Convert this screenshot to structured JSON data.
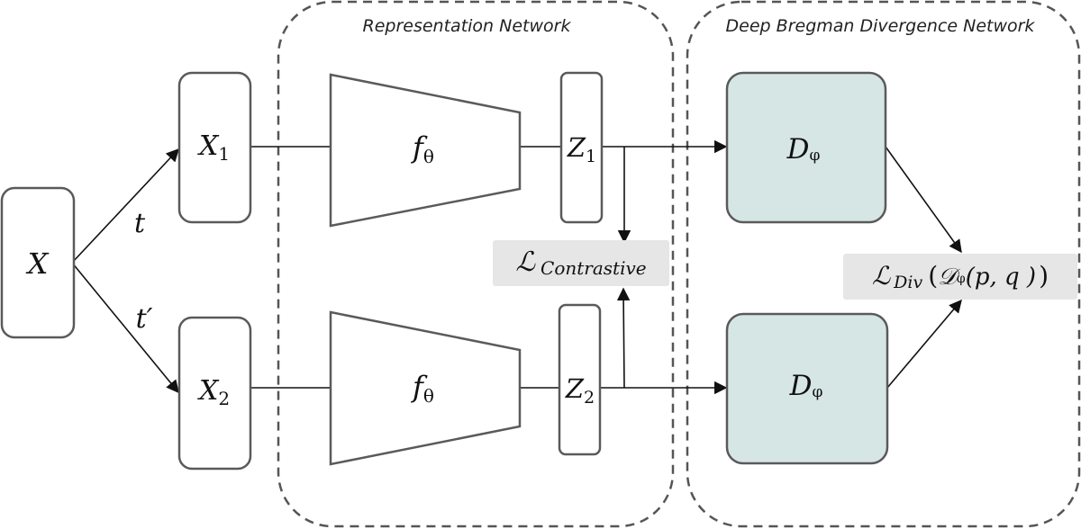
{
  "groups": {
    "representation_title": "Representation Network",
    "divergence_title": "Deep Bregman Divergence Network"
  },
  "nodes": {
    "input": "X",
    "view1_base": "X",
    "view1_sub": "1",
    "view2_base": "X",
    "view2_sub": "2",
    "encoder_base": "f",
    "encoder_sub": "θ",
    "z1_base": "Z",
    "z1_sub": "1",
    "z2_base": "Z",
    "z2_sub": "2",
    "divergence_base": "D",
    "divergence_sub": "φ"
  },
  "edges": {
    "aug1": "t",
    "aug2": "t′"
  },
  "losses": {
    "contrastive_symbol": "ℒ",
    "contrastive_sub": "Contrastive",
    "div_symbol": "ℒ",
    "div_sub": "Div",
    "div_open": "(",
    "div_D": "𝒟",
    "div_D_sub": "φ",
    "div_args": "(p, q )",
    "div_close": ")"
  },
  "colors": {
    "divergence_fill": "#d6e6e4",
    "loss_background": "#e6e6e6",
    "stroke": "#5a5a5a"
  }
}
